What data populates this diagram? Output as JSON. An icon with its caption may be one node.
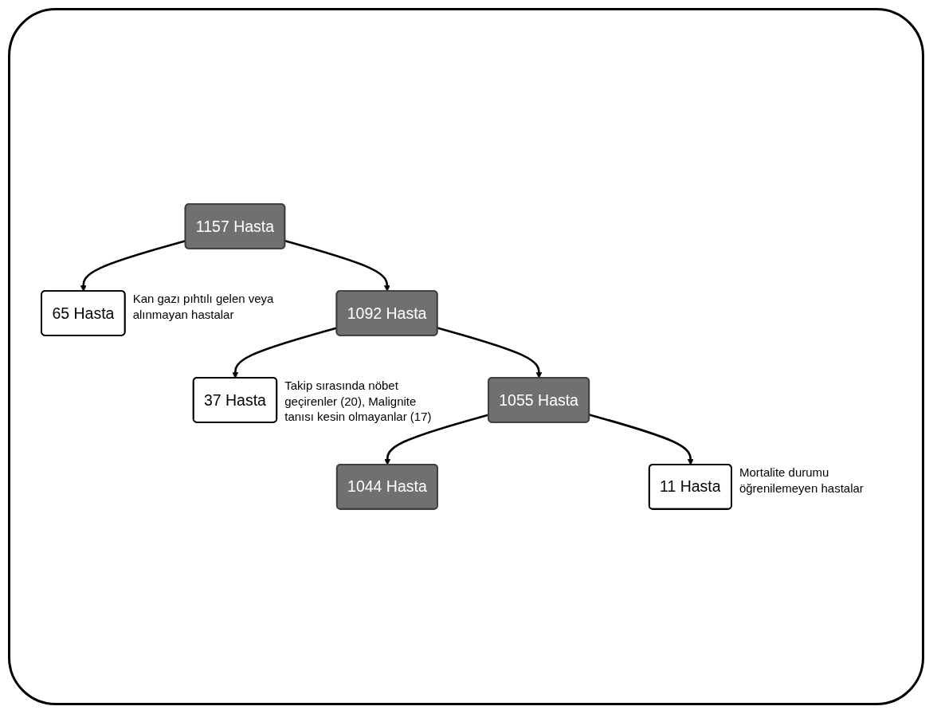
{
  "diagram": {
    "nodes": [
      {
        "text": [
          "1157 Hasta"
        ]
      },
      {
        "text": [
          "65 Hasta"
        ],
        "beside": [
          "Kan gazı pıhtılı gelen veya alınmayan hastalar"
        ]
      },
      {
        "text": [
          "1092 Hasta"
        ]
      },
      {
        "text": [
          "37 Hasta"
        ],
        "beside": [
          "Takip sırasında nöbet geçirenler (20), Malignite tanısı kesin olmayanlar (17)"
        ]
      },
      {
        "text": [
          "1055 Hasta"
        ]
      },
      {
        "text": [
          "11 Hasta"
        ],
        "beside": [
          "Mortalite durumu öğrenilemeyen hastalar"
        ]
      },
      {
        "text": [
          "1044 Hasta"
        ]
      }
    ],
    "edges": [
      {
        "from": 0,
        "to": 2,
        "arrow": "to"
      },
      {
        "from": 0,
        "to": 1,
        "arrow": "to"
      },
      {
        "from": 2,
        "to": 4,
        "arrow": "to"
      },
      {
        "from": 2,
        "to": 3,
        "arrow": "to"
      },
      {
        "from": 4,
        "to": 6,
        "arrow": "to"
      },
      {
        "from": 4,
        "to": 5,
        "arrow": "to"
      }
    ]
  }
}
